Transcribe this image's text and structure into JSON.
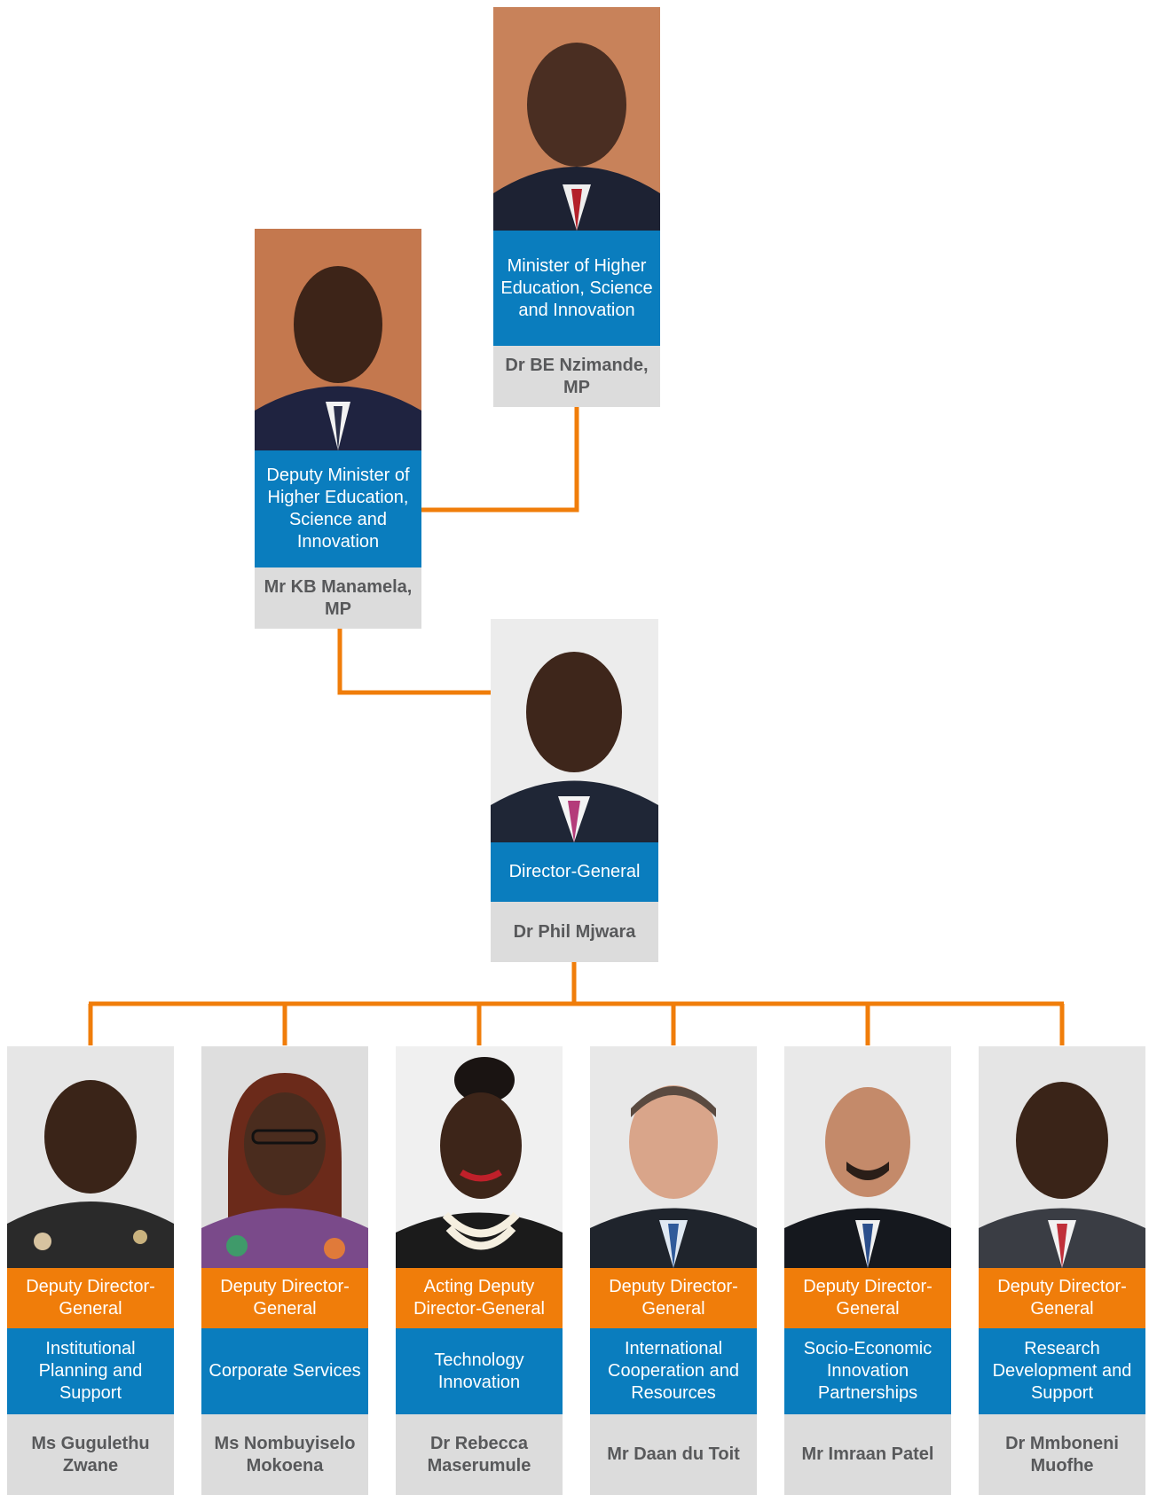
{
  "colors": {
    "connector": "#f07d0a",
    "role_blue": "#0a7dbe",
    "title_orange": "#f07d0a",
    "name_grey": "#dcdcdc",
    "name_text": "#58595b"
  },
  "minister": {
    "role": "Minister of Higher Education, Science and Innovation",
    "name": "Dr BE Nzimande, MP",
    "photo_icon": "portrait-photo"
  },
  "deputy_minister": {
    "role": "Deputy Minister of Higher Education, Science and Innovation",
    "name": "Mr KB Manamela, MP",
    "photo_icon": "portrait-photo"
  },
  "director_general": {
    "role": "Director-General",
    "name": "Dr Phil Mjwara",
    "photo_icon": "portrait-photo"
  },
  "deputies": [
    {
      "title": "Deputy Director-General",
      "branch": "Institutional Planning and Support",
      "name": "Ms Gugulethu Zwane"
    },
    {
      "title": "Deputy Director-General",
      "branch": "Corporate Services",
      "name": "Ms Nombuyiselo Mokoena"
    },
    {
      "title": "Acting Deputy Director-General",
      "branch": "Technology Innovation",
      "name": "Dr Rebecca Maserumule"
    },
    {
      "title": "Deputy Director-General",
      "branch": "International Cooperation and Resources",
      "name": "Mr Daan du Toit"
    },
    {
      "title": "Deputy Director-General",
      "branch": "Socio-Economic Innovation Partnerships",
      "name": "Mr Imraan Patel"
    },
    {
      "title": "Deputy Director-General",
      "branch": "Research Development and Support",
      "name": "Dr Mmboneni Muofhe"
    }
  ]
}
